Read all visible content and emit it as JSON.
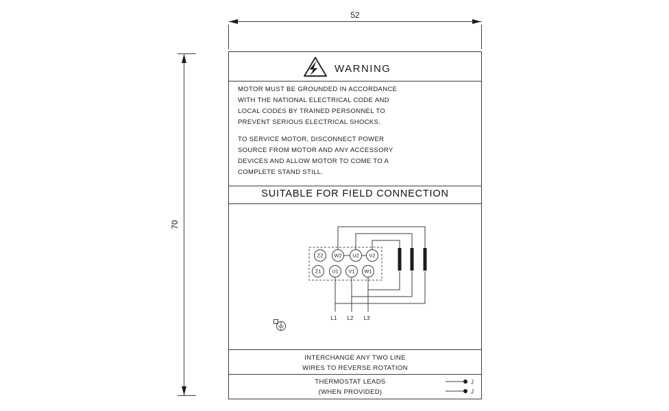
{
  "dimensions": {
    "width": "52",
    "height": "70"
  },
  "label": {
    "warning": {
      "title": "WARNING",
      "paragraph1": [
        "MOTOR MUST BE GROUNDED IN ACCORDANCE",
        "WITH THE NATIONAL ELECTRICAL CODE AND",
        "LOCAL CODES BY TRAINED PERSONNEL TO",
        "PREVENT SERIOUS ELECTRICAL SHOCKS."
      ],
      "paragraph2": [
        "TO SERVICE MOTOR, DISCONNECT POWER",
        "SOURCE FROM MOTOR AND ANY ACCESSORY",
        "DEVICES AND ALLOW MOTOR TO COME TO A",
        "COMPLETE STAND STILL."
      ]
    },
    "field_connection_title": "SUITABLE FOR FIELD CONNECTION",
    "wiring": {
      "terminals_top": [
        "Z2",
        "W2",
        "U2",
        "V2"
      ],
      "terminals_bottom": [
        "Z1",
        "U1",
        "V1",
        "W1"
      ],
      "line_labels": [
        "L1",
        "L2",
        "L3"
      ]
    },
    "interchange_note": [
      "INTERCHANGE ANY TWO LINE",
      "WIRES TO REVERSE ROTATION"
    ],
    "thermostat_note": [
      "THERMOSTAT LEADS",
      "(WHEN PROVIDED)"
    ],
    "thermostat_lead_labels": [
      "J",
      "J"
    ]
  }
}
